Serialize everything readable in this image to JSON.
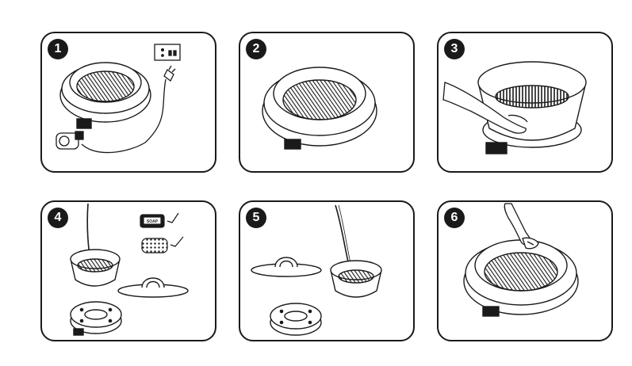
{
  "steps": [
    {
      "number": "1",
      "icons": [
        "grill-pan-icon",
        "wall-socket-icon",
        "plug-icon",
        "thermostat-controller-icon"
      ]
    },
    {
      "number": "2",
      "icons": [
        "grill-pan-icon"
      ]
    },
    {
      "number": "3",
      "icons": [
        "hand-icon",
        "grill-bowl-icon"
      ]
    },
    {
      "number": "4",
      "icons": [
        "water-stream-icon",
        "grill-bowl-icon",
        "soap-bar-icon",
        "sponge-icon",
        "lid-icon",
        "base-icon"
      ]
    },
    {
      "number": "5",
      "icons": [
        "water-stream-icon",
        "lid-icon",
        "grill-bowl-icon",
        "base-icon"
      ]
    },
    {
      "number": "6",
      "icons": [
        "hand-cloth-icon",
        "grill-pan-icon"
      ]
    }
  ],
  "soap_label": "SOAP",
  "colors": {
    "stroke": "#1a1a1a",
    "background": "#ffffff"
  }
}
